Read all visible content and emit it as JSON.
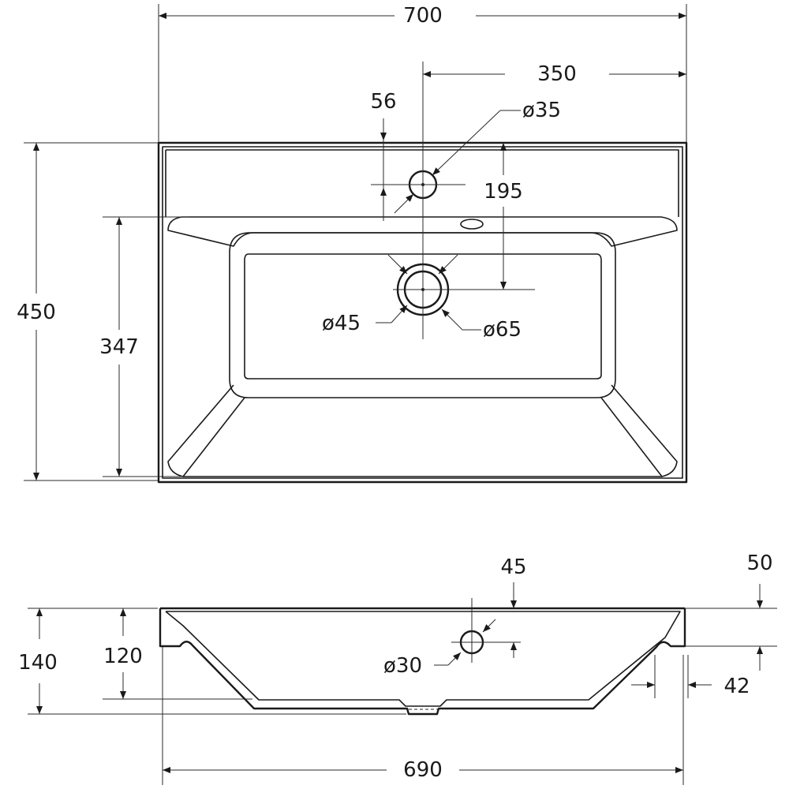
{
  "top_view": {
    "width": "700",
    "half_width": "350",
    "depth": "450",
    "bowl_depth": "347",
    "faucet_offset": "56",
    "drain_offset": "195",
    "faucet_hole": "ø35",
    "drain_inner": "ø45",
    "drain_outer": "ø65"
  },
  "side_view": {
    "overflow_offset": "45",
    "rim_height": "50",
    "total_height": "140",
    "bowl_height": "120",
    "overflow_hole": "ø30",
    "edge_offset": "42",
    "base_width": "690"
  }
}
